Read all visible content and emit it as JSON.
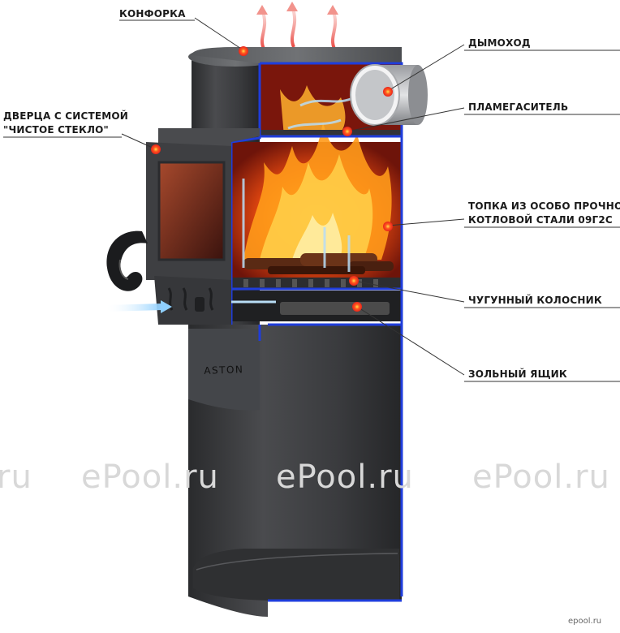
{
  "labels": {
    "konforka": "КОНФОРКА",
    "dymokhod": "ДЫМОХОД",
    "door_line1": "ДВЕРЦА С СИСТЕМОЙ",
    "door_line2": "\"ЧИСТОЕ СТЕКЛО\"",
    "plamegasitel": "ПЛАМЕГАСИТЕЛЬ",
    "topka_line1": "ТОПКА ИЗ ОСОБО ПРОЧНОЙ",
    "topka_line2": "КОТЛОВОЙ СТАЛИ 09Г2С",
    "kolosnik": "ЧУГУННЫЙ КОЛОСНИК",
    "zolnik": "ЗОЛЬНЫЙ ЯЩИК"
  },
  "brand": "ASTON",
  "watermarks": [
    "ru",
    "ePool.ru",
    "ePool.ru",
    "ePool.ru"
  ],
  "corner_watermark": "epool.ru",
  "colors": {
    "body": "#3a3b3d",
    "body_dark": "#222325",
    "cut_edge": "#1f3ddb",
    "marker": "#e8231c",
    "marker_glow": "#ffe14d",
    "flame": "#ff8a00",
    "firebox": "#9c1a0d",
    "heat_arrow": "#e7332c"
  }
}
